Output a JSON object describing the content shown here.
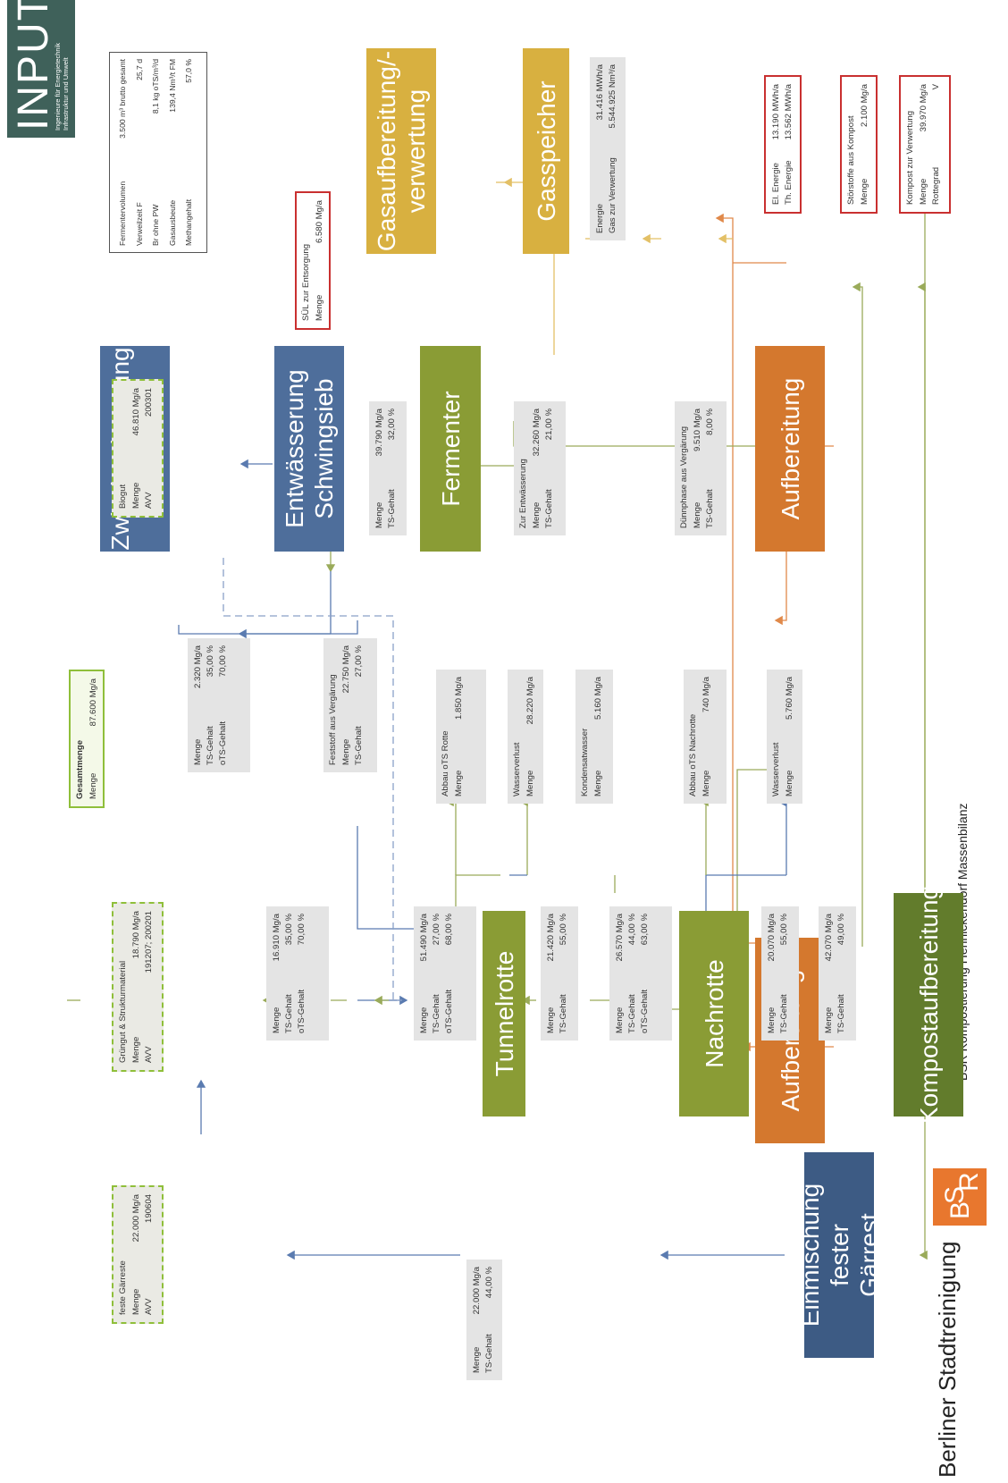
{
  "header": {
    "org_name": "Berliner Stadtreinigung",
    "logo_bsr": {
      "b": "B",
      "s": "S",
      "r": "R"
    },
    "title": "BSR Kompostierung Hennickendorf Massenbilanz",
    "logo_input": {
      "big": "INPUT",
      "line1": "Ingenieure für Energietechnik",
      "line2": "Infrastruktur und Umwelt"
    }
  },
  "params": [
    {
      "k": "Fermentervolumen",
      "v": "3.500 m³ brutto gesamt"
    },
    {
      "k": "Verweilzeit F",
      "v": "25,7 d"
    },
    {
      "k": "Br ohne PW",
      "v": "8,1 kg oTS/m³/d"
    },
    {
      "k": "Gasausbeute",
      "v": "139,4 Nm³/t FM"
    },
    {
      "k": "Methangehalt",
      "v": "57,0 %"
    }
  ],
  "total": {
    "title": "Gesamtmenge",
    "rows": [
      {
        "k": "Menge",
        "v": "87.600 Mg/a"
      }
    ]
  },
  "inputs": {
    "gaerreste": {
      "title": "feste Gärreste",
      "rows": [
        {
          "k": "Menge",
          "v": "22.000 Mg/a"
        },
        {
          "k": "AVV",
          "v": "190604"
        }
      ]
    },
    "gruengut": {
      "title": "Grüngut & Strukturmaterial",
      "rows": [
        {
          "k": "Menge",
          "v": "18.790 Mg/a"
        },
        {
          "k": "AVV",
          "v": "191207; 200201"
        }
      ]
    },
    "biogut": {
      "title": "Biogut",
      "rows": [
        {
          "k": "Menge",
          "v": "46.810 Mg/a"
        },
        {
          "k": "AVV",
          "v": "200301"
        }
      ]
    }
  },
  "process": {
    "aufb_gruen": "Aufbereitung",
    "aufb_bio": "Aufbereitung",
    "fermenter": "Fermenter",
    "entw": "Entwässerung\nSchwingsieb",
    "zwischen": "Zwischenlagerung\nDünnphase",
    "gasspeicher": "Gasspeicher",
    "gasaufb": "Gasaufbereitung/-\nverwertung",
    "tunnel": "Tunnelrotte",
    "nachrotte": "Nachrotte",
    "kompost": "Kompostaufbereitung",
    "einmisch": "Einmischung fester\nGärrest"
  },
  "info": {
    "b_gaer": {
      "title": "",
      "rows": [
        {
          "k": "Menge",
          "v": "22.000 Mg/a"
        },
        {
          "k": "TS-Gehalt",
          "v": "44,00 %"
        }
      ]
    },
    "b_aufbg": {
      "title": "",
      "rows": [
        {
          "k": "Menge",
          "v": "16.910 Mg/a"
        },
        {
          "k": "TS-Gehalt",
          "v": "35,00 %"
        },
        {
          "k": "oTS-Gehalt",
          "v": "70,00 %"
        }
      ]
    },
    "b_struct": {
      "title": "",
      "rows": [
        {
          "k": "Menge",
          "v": "2.320 Mg/a"
        },
        {
          "k": "TS-Gehalt",
          "v": "35,00 %"
        },
        {
          "k": "oTS-Gehalt",
          "v": "70,00 %"
        }
      ]
    },
    "b_ferm_in": {
      "title": "",
      "rows": [
        {
          "k": "Menge",
          "v": "39.790 Mg/a"
        },
        {
          "k": "TS-Gehalt",
          "v": "32,00 %"
        }
      ]
    },
    "b_zur_entw": {
      "title": "Zur Entwässerung",
      "rows": [
        {
          "k": "Menge",
          "v": "32.260 Mg/a"
        },
        {
          "k": "TS-Gehalt",
          "v": "21,00 %"
        }
      ]
    },
    "b_duenn": {
      "title": "Dünnphase aus Vergärung",
      "rows": [
        {
          "k": "Menge",
          "v": "9.510 Mg/a"
        },
        {
          "k": "TS-Gehalt",
          "v": "8,00 %"
        }
      ]
    },
    "b_fest": {
      "title": "Feststoff aus Vergärung",
      "rows": [
        {
          "k": "Menge",
          "v": "22.750 Mg/a"
        },
        {
          "k": "TS-Gehalt",
          "v": "27,00 %"
        }
      ]
    },
    "b_tun_in": {
      "title": "",
      "rows": [
        {
          "k": "Menge",
          "v": "51.490 Mg/a"
        },
        {
          "k": "TS-Gehalt",
          "v": "27,00 %"
        },
        {
          "k": "oTS-Gehalt",
          "v": "68,00 %"
        }
      ]
    },
    "b_tun_out": {
      "title": "",
      "rows": [
        {
          "k": "Menge",
          "v": "21.420 Mg/a"
        },
        {
          "k": "TS-Gehalt",
          "v": "55,00 %"
        }
      ]
    },
    "b_nach_in": {
      "title": "",
      "rows": [
        {
          "k": "Menge",
          "v": "26.570 Mg/a"
        },
        {
          "k": "TS-Gehalt",
          "v": "44,00 %"
        },
        {
          "k": "oTS-Gehalt",
          "v": "63,00 %"
        }
      ]
    },
    "b_nach_out": {
      "title": "",
      "rows": [
        {
          "k": "Menge",
          "v": "20.070 Mg/a"
        },
        {
          "k": "TS-Gehalt",
          "v": "55,00 %"
        }
      ]
    },
    "b_mix": {
      "title": "",
      "rows": [
        {
          "k": "Menge",
          "v": "42.070 Mg/a"
        },
        {
          "k": "TS-Gehalt",
          "v": "49,00 %"
        }
      ]
    },
    "b_abbau1": {
      "title": "Abbau oTS Rotte",
      "rows": [
        {
          "k": "Menge",
          "v": "1.850 Mg/a"
        }
      ]
    },
    "b_wasser1": {
      "title": "Wasserverlust",
      "rows": [
        {
          "k": "Menge",
          "v": "28.220 Mg/a"
        }
      ]
    },
    "b_kond": {
      "title": "Kondensatwasser",
      "rows": [
        {
          "k": "Menge",
          "v": "5.160 Mg/a"
        }
      ]
    },
    "b_abbau2": {
      "title": "Abbau oTS Nachrotte",
      "rows": [
        {
          "k": "Menge",
          "v": "740 Mg/a"
        }
      ]
    },
    "b_wasser2": {
      "title": "Wasserverlust",
      "rows": [
        {
          "k": "Menge",
          "v": "5.760 Mg/a"
        }
      ]
    },
    "b_gas": {
      "title": "",
      "rows": [
        {
          "k": "Energie",
          "v": "31.416 MWh/a"
        },
        {
          "k": "Gas zur Verwertung",
          "v": "5.544.925 Nm³/a"
        }
      ]
    }
  },
  "outputs": {
    "sul": {
      "title": "SÜL zur Entsorgung",
      "rows": [
        {
          "k": "Menge",
          "v": "6.580 Mg/a"
        }
      ]
    },
    "energie": {
      "title": "",
      "rows": [
        {
          "k": "El. Energie",
          "v": "13.190 MWh/a"
        },
        {
          "k": "Th. Energie",
          "v": "13.562 MWh/a"
        }
      ]
    },
    "stoer": {
      "title": "Störstoffe aus Kompost",
      "rows": [
        {
          "k": "Menge",
          "v": "2.100 Mg/a"
        }
      ]
    },
    "kompost": {
      "title": "Kompost zur Verwertung",
      "rows": [
        {
          "k": "Menge",
          "v": "39.970 Mg/a"
        },
        {
          "k": "Rottegrad",
          "v": "V"
        }
      ]
    }
  },
  "colors": {
    "orange": "#d4782e",
    "green": "#8a9c35",
    "blue": "#4e6e9b",
    "gold": "#d8b040",
    "line_green": "#9aab5a",
    "line_blue": "#5a7bb0",
    "line_orange": "#e0894a",
    "line_gold": "#e3c066",
    "border_red": "#c93030",
    "input_dash": "#8fbf3a"
  }
}
